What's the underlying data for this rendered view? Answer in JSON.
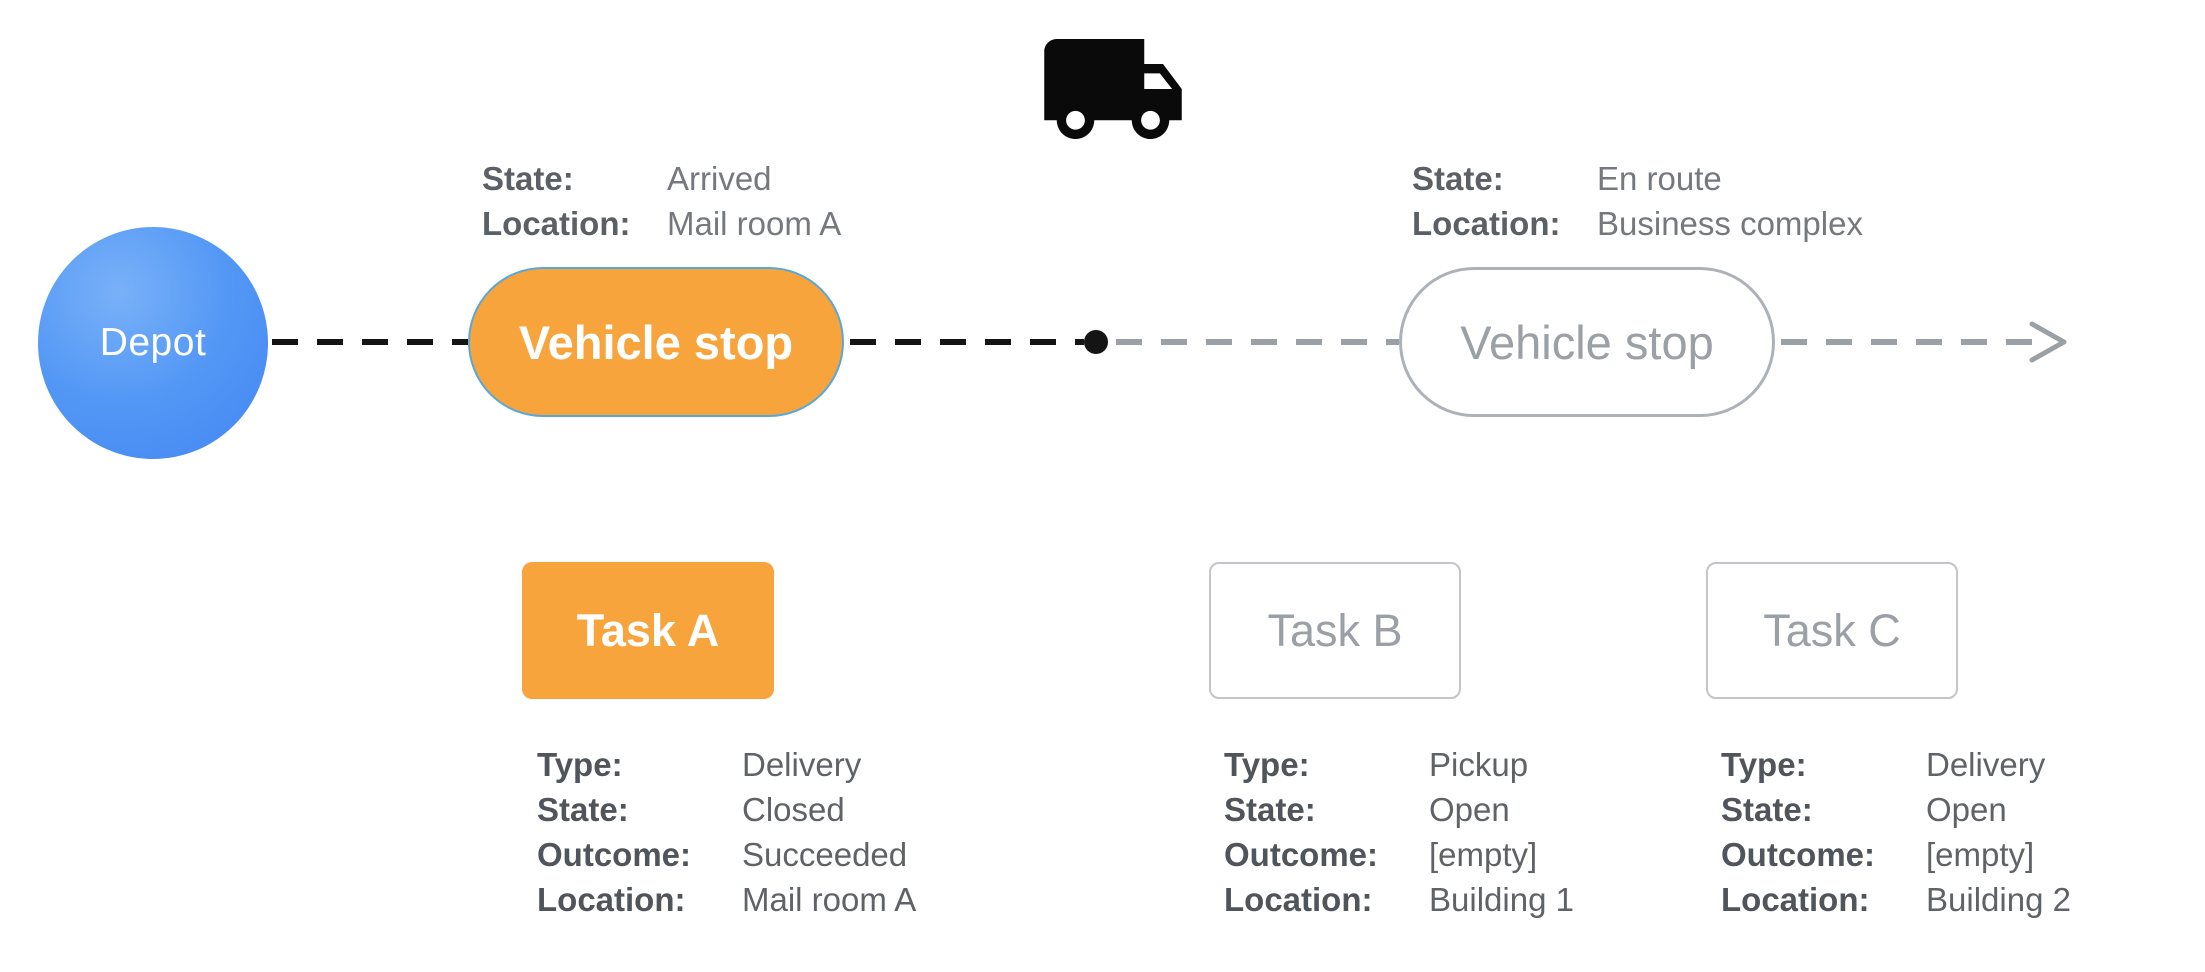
{
  "depot": {
    "label": "Depot"
  },
  "icons": {
    "truck": "truck-icon",
    "arrowhead": "route-arrowhead-icon"
  },
  "stops": [
    {
      "label": "Vehicle stop",
      "state_label": "State:",
      "state": "Arrived",
      "location_label": "Location:",
      "location": "Mail room A"
    },
    {
      "label": "Vehicle stop",
      "state_label": "State:",
      "state": "En route",
      "location_label": "Location:",
      "location": "Business complex"
    }
  ],
  "tasks": [
    {
      "label": "Task A",
      "rows": [
        {
          "label": "Type:",
          "value": "Delivery"
        },
        {
          "label": "State:",
          "value": "Closed"
        },
        {
          "label": "Outcome:",
          "value": "Succeeded"
        },
        {
          "label": "Location:",
          "value": "Mail room A"
        }
      ]
    },
    {
      "label": "Task B",
      "rows": [
        {
          "label": "Type:",
          "value": "Pickup"
        },
        {
          "label": "State:",
          "value": "Open"
        },
        {
          "label": "Outcome:",
          "value": "[empty]"
        },
        {
          "label": "Location:",
          "value": "Building 1"
        }
      ]
    },
    {
      "label": "Task C",
      "rows": [
        {
          "label": "Type:",
          "value": "Delivery"
        },
        {
          "label": "State:",
          "value": "Open"
        },
        {
          "label": "Outcome:",
          "value": "[empty]"
        },
        {
          "label": "Location:",
          "value": "Building 2"
        }
      ]
    }
  ],
  "colors": {
    "active_orange": "#F8A43D",
    "depot_blue": "#4285F4",
    "inactive_gray": "#9AA0A6",
    "text_gray": "#5F6368",
    "route_black": "#141414"
  }
}
